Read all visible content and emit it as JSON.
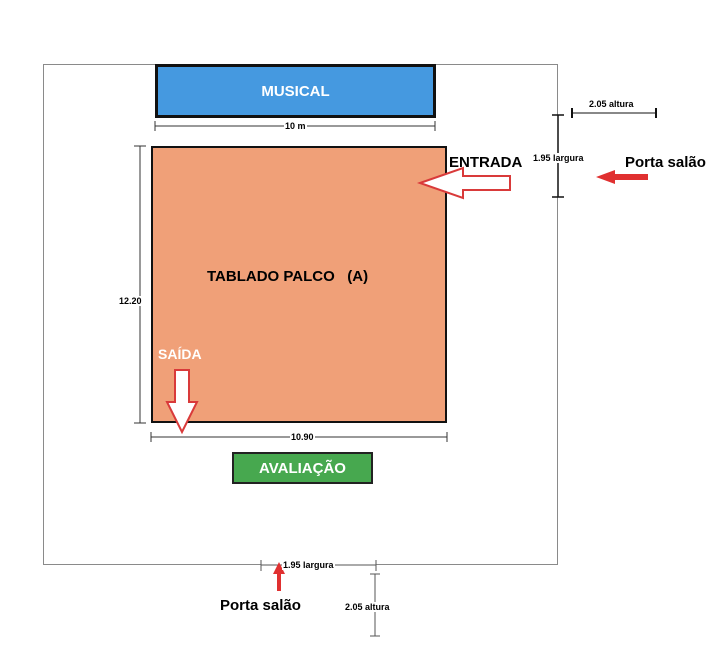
{
  "labels": {
    "musical": "MUSICAL",
    "stage": "TABLADO PALCO   (A)",
    "avaliacao": "AVALIAÇÃO",
    "entrada": "ENTRADA",
    "saida": "SAÍDA",
    "porta_right": "Porta salão",
    "porta_bottom": "Porta salão"
  },
  "dimensions": {
    "musical_width": "10 m",
    "stage_height": "12.20",
    "stage_width": "10.90",
    "right_door_width": "1.95 largura",
    "right_door_height": "2.05 altura",
    "bottom_door_width": "1.95 largura",
    "bottom_door_height": "2.05 altura"
  },
  "colors": {
    "musical": "#4599e0",
    "stage": "#f0a078",
    "avaliacao": "#47a84f",
    "arrow_red": "#e03030",
    "arrow_outline": "#d93a3a"
  }
}
